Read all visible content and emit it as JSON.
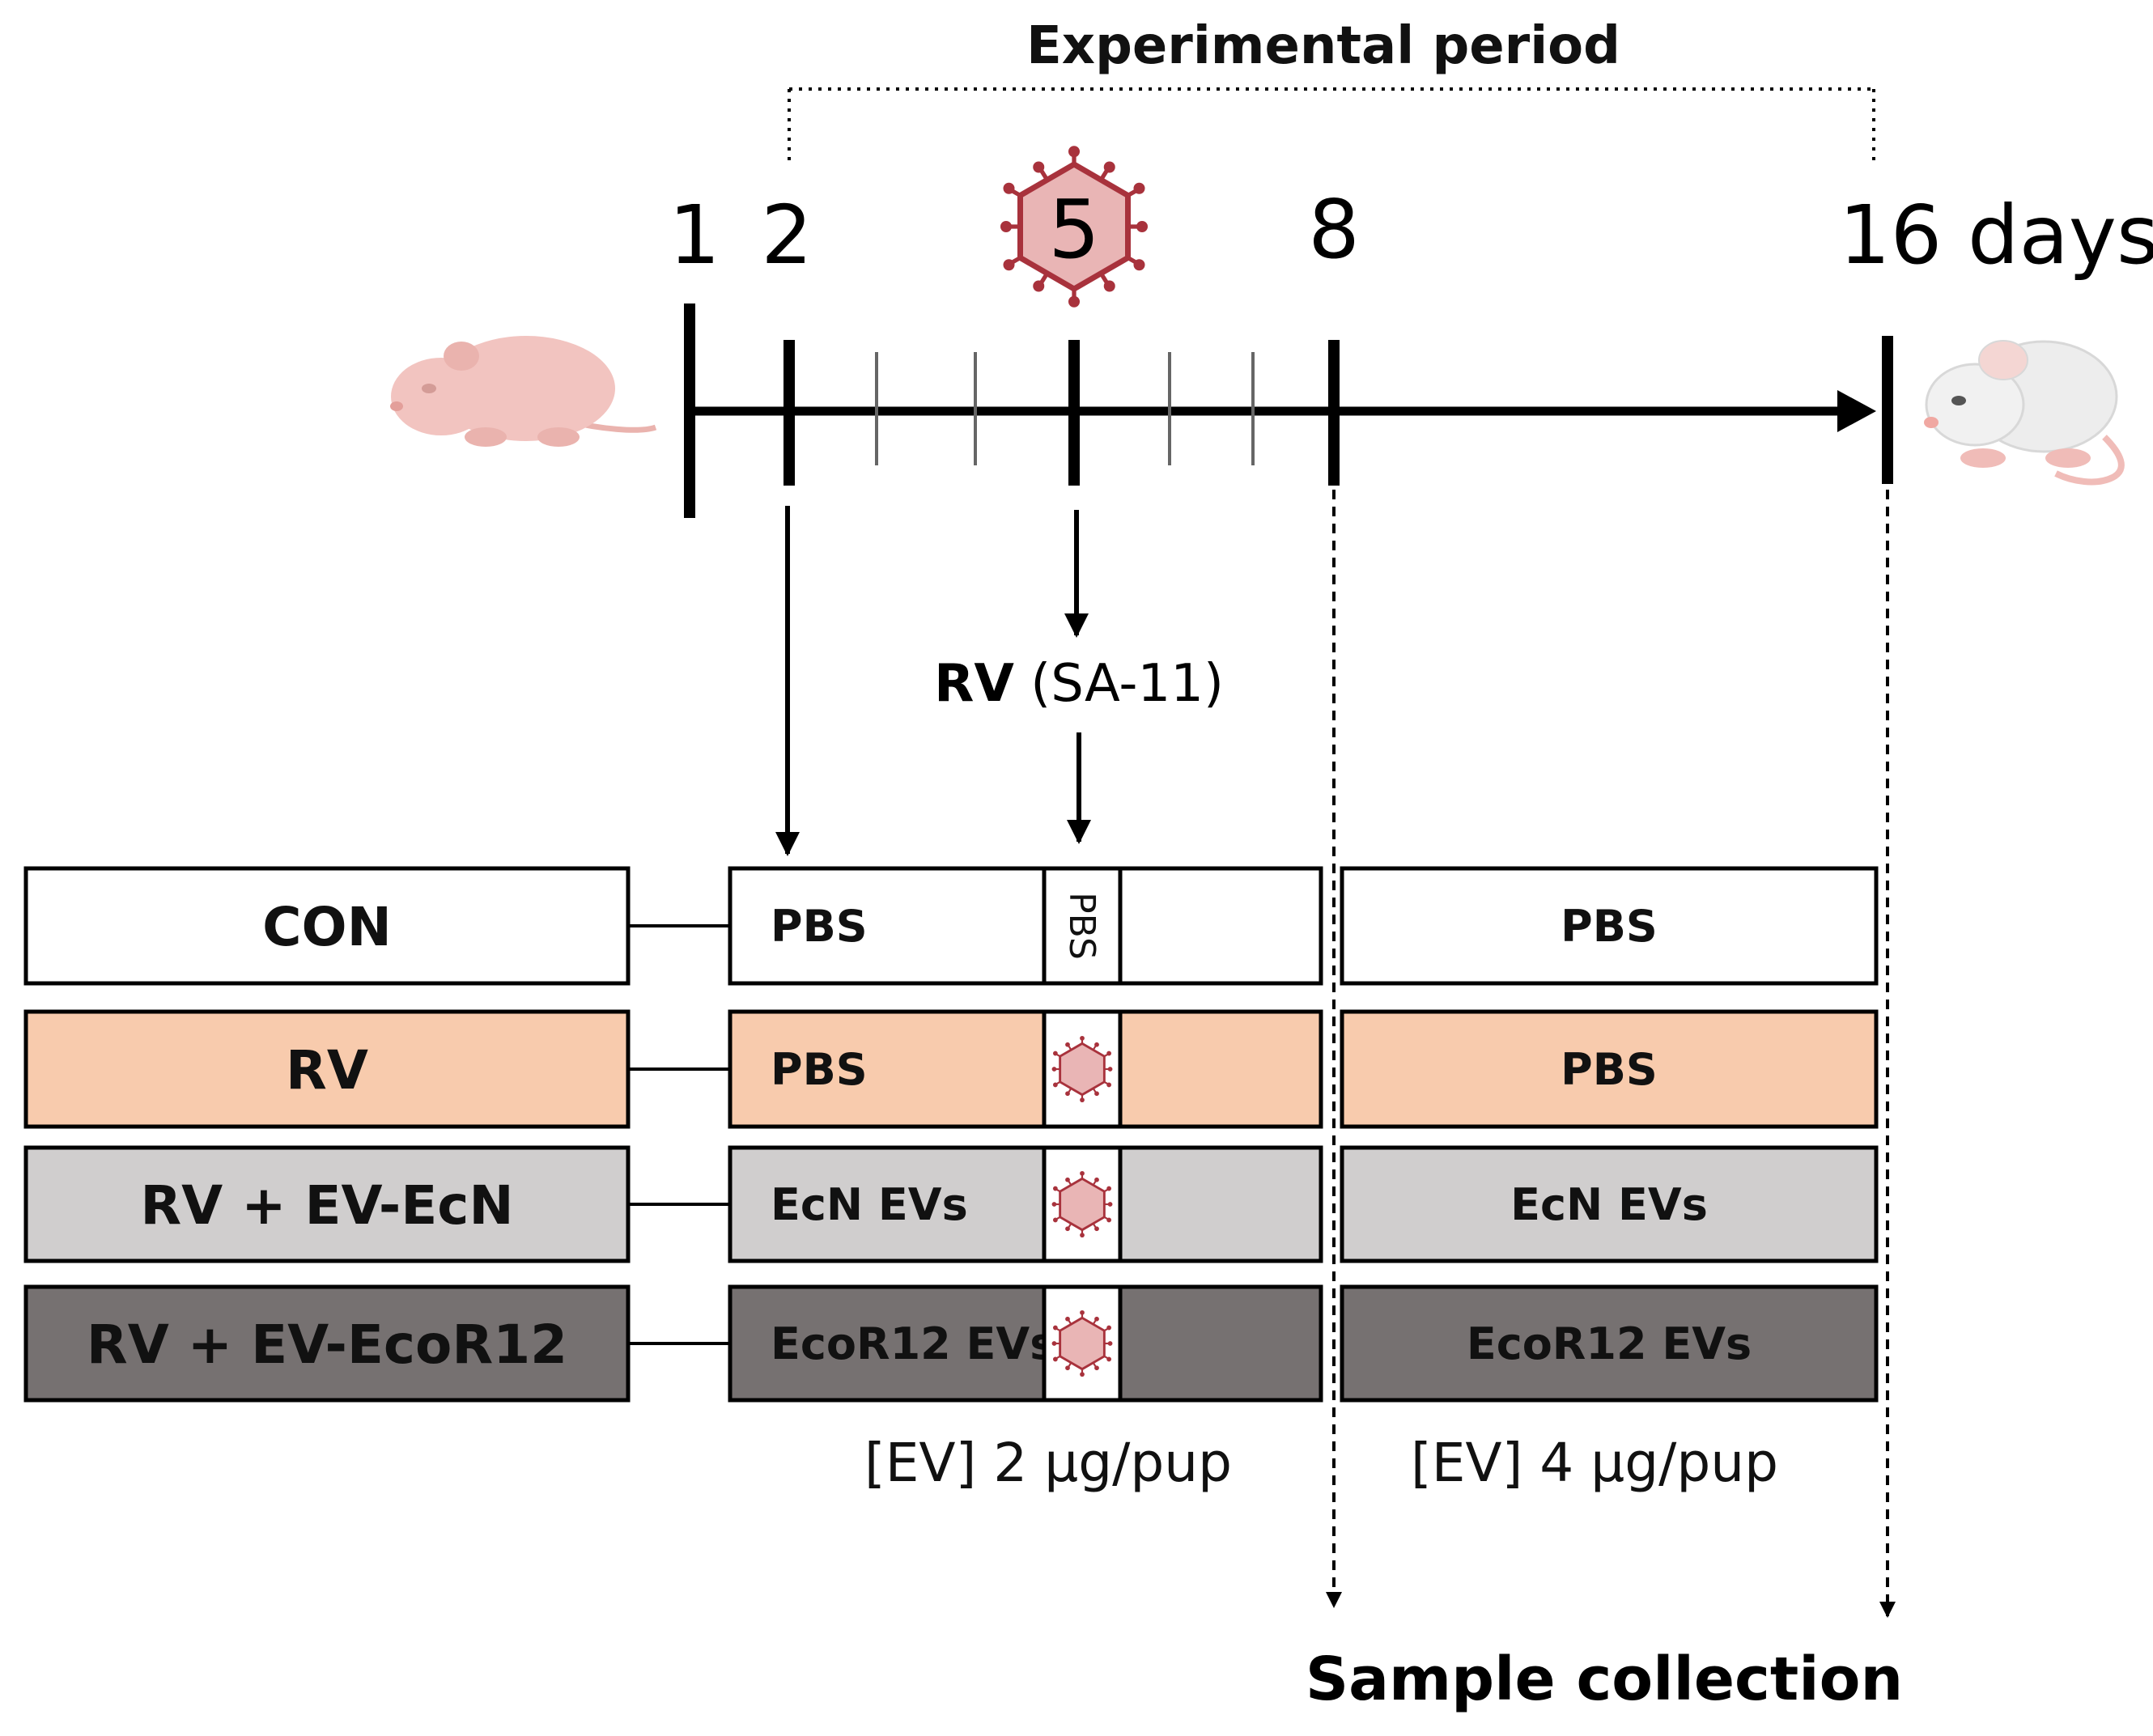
{
  "header": {
    "period_label": "Experimental period"
  },
  "timeline": {
    "days": [
      {
        "label": "1"
      },
      {
        "label": "2"
      },
      {
        "label": "5"
      },
      {
        "label": "8"
      },
      {
        "label": "16 days"
      }
    ]
  },
  "infection": {
    "bold": "RV",
    "normal": " (SA-11)"
  },
  "groups": [
    {
      "name": "CON",
      "first_treatment": "PBS",
      "slot": "PBS",
      "second_treatment": "PBS",
      "color": "#ffffff",
      "text_color": "#111111"
    },
    {
      "name": "RV",
      "first_treatment": "PBS",
      "slot": "virus",
      "second_treatment": "PBS",
      "color": "#f8cbad",
      "text_color": "#111111"
    },
    {
      "name": "RV + EV-EcN",
      "first_treatment": "EcN EVs",
      "slot": "virus",
      "second_treatment": "EcN EVs",
      "color": "#d0cece",
      "text_color": "#111111"
    },
    {
      "name": "RV + EV-EcoR12",
      "first_treatment": "EcoR12 EVs",
      "slot": "virus",
      "second_treatment": "EcoR12 EVs",
      "color": "#767171",
      "text_color": "#111111"
    }
  ],
  "doses": {
    "first": "[EV] 2 μg/pup",
    "second": "[EV] 4 μg/pup"
  },
  "footer": {
    "sample_collection": "Sample collection"
  },
  "icons": {
    "start": "neonatal-pup-icon",
    "end": "adult-mouse-icon",
    "virus": "rotavirus-icon"
  },
  "colors": {
    "virus_fill": "#e9b5b5",
    "virus_stroke": "#a8323c",
    "pup": "#f2c4c0",
    "mouse": "#ededed"
  }
}
